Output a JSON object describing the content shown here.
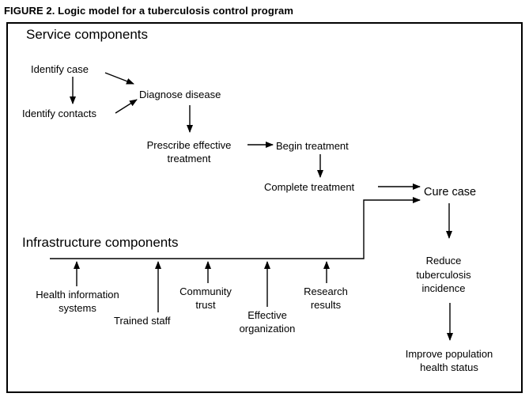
{
  "figure": {
    "title": "FIGURE 2. Logic model for a tuberculosis control program"
  },
  "diagram": {
    "sections": {
      "service": "Service components",
      "infrastructure": "Infrastructure components"
    },
    "service_nodes": {
      "identify_case": "Identify case",
      "identify_contacts": "Identify contacts",
      "diagnose_disease": "Diagnose disease",
      "prescribe_effective_treatment": "Prescribe effective\ntreatment",
      "begin_treatment": "Begin treatment",
      "complete_treatment": "Complete treatment",
      "cure_case": "Cure case"
    },
    "outcome_nodes": {
      "reduce_tuberculosis_incidence": "Reduce\ntuberculosis\nincidence",
      "improve_population_health_status": "Improve population\nhealth status"
    },
    "infrastructure_nodes": {
      "health_information_systems": "Health information\nsystems",
      "trained_staff": "Trained staff",
      "community_trust": "Community\ntrust",
      "effective_organization": "Effective\norganization",
      "research_results": "Research\nresults"
    },
    "edges": [
      {
        "from": "identify_case",
        "to": "identify_contacts"
      },
      {
        "from": "identify_case",
        "to": "diagnose_disease"
      },
      {
        "from": "identify_contacts",
        "to": "diagnose_disease"
      },
      {
        "from": "diagnose_disease",
        "to": "prescribe_effective_treatment"
      },
      {
        "from": "prescribe_effective_treatment",
        "to": "begin_treatment"
      },
      {
        "from": "begin_treatment",
        "to": "complete_treatment"
      },
      {
        "from": "complete_treatment",
        "to": "cure_case"
      },
      {
        "from": "infrastructure_line",
        "to": "cure_case"
      },
      {
        "from": "cure_case",
        "to": "reduce_tuberculosis_incidence"
      },
      {
        "from": "reduce_tuberculosis_incidence",
        "to": "improve_population_health_status"
      },
      {
        "from": "health_information_systems",
        "to": "infrastructure_line"
      },
      {
        "from": "trained_staff",
        "to": "infrastructure_line"
      },
      {
        "from": "community_trust",
        "to": "infrastructure_line"
      },
      {
        "from": "effective_organization",
        "to": "infrastructure_line"
      },
      {
        "from": "research_results",
        "to": "infrastructure_line"
      }
    ],
    "colors": {
      "text": "#000000",
      "line": "#000000",
      "background": "#ffffff"
    }
  }
}
